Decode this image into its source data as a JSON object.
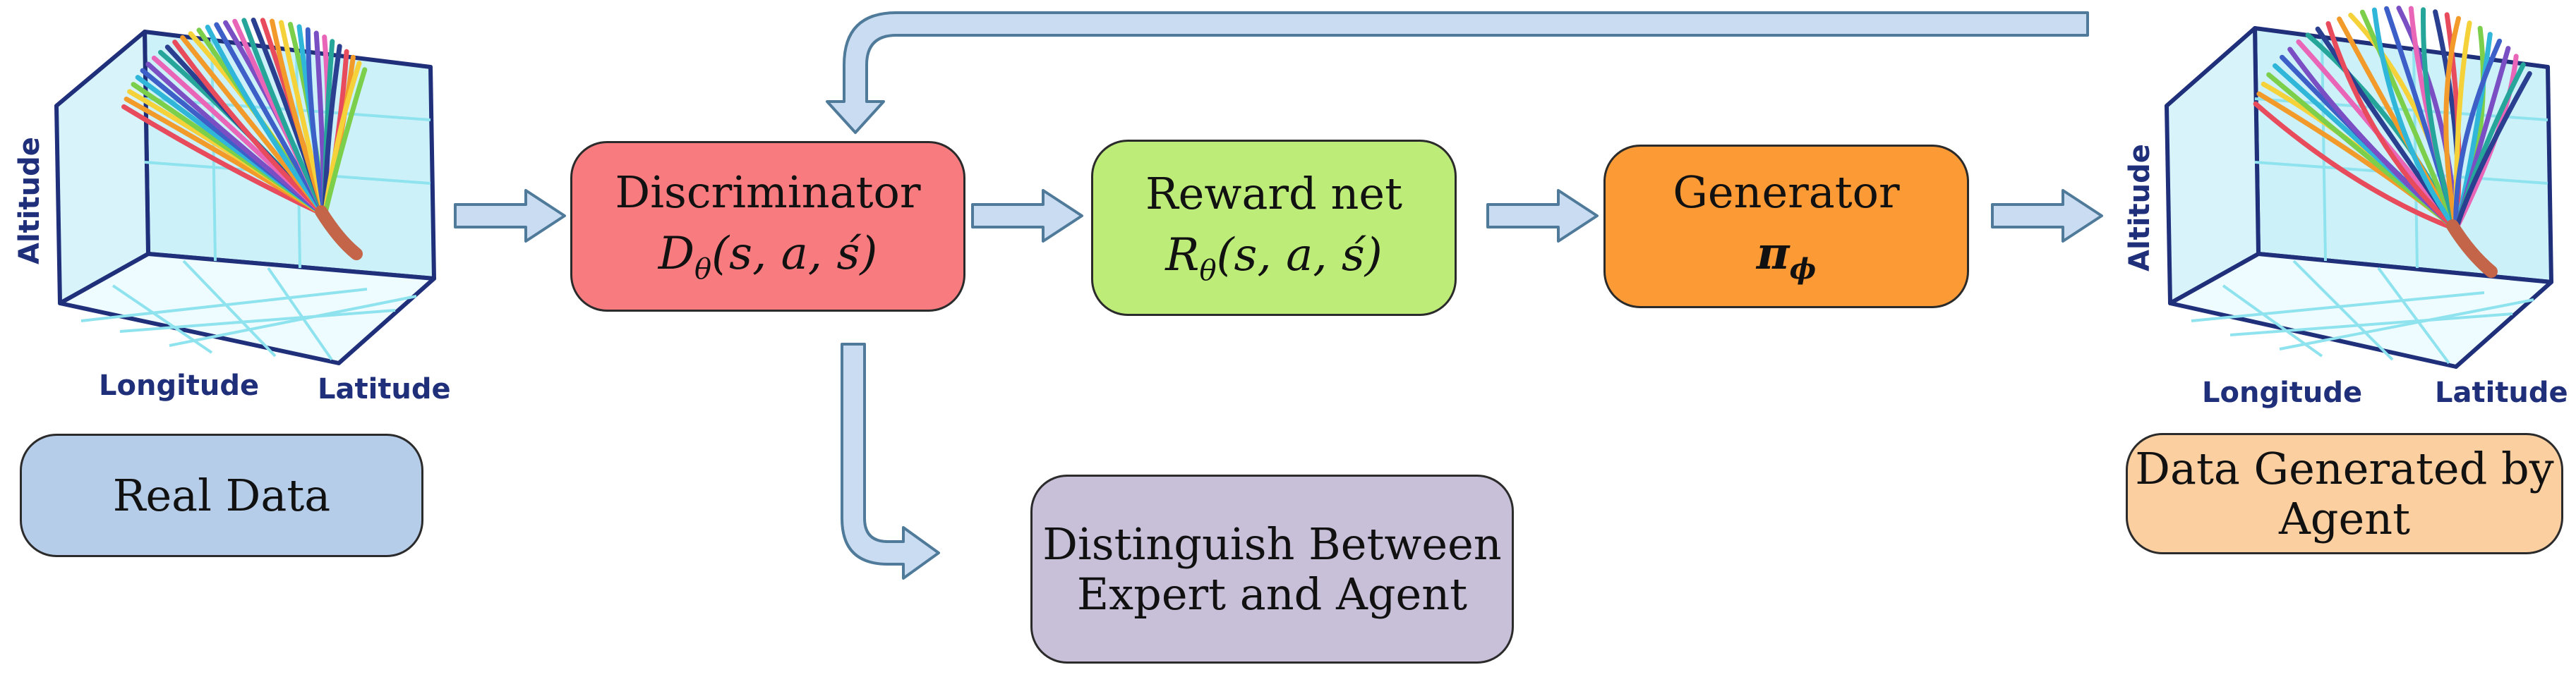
{
  "colors": {
    "real_data": "#b6cdea",
    "discriminator": "#f87c7f",
    "reward_net": "#bdec79",
    "generator": "#fc9a35",
    "distinguish": "#c8bfd9",
    "agent_data": "#fbcfa0",
    "arrow_fill": "#c9dcf1",
    "arrow_stroke": "#4f7a9a"
  },
  "real_data": {
    "label": "Real Data",
    "axis_x": "Longitude",
    "axis_y": "Latitude",
    "axis_z": "Altitude"
  },
  "discriminator": {
    "title": "Discriminator",
    "symbol": "D",
    "sub": "θ",
    "args": "(s, a, ś)"
  },
  "reward_net": {
    "title": "Reward net",
    "symbol": "R",
    "sub": "θ",
    "args": "(s, a, ś)"
  },
  "generator": {
    "title": "Generator",
    "symbol": "π",
    "sub": "ϕ"
  },
  "distinguish": {
    "line1": "Distinguish Between",
    "line2": "Expert and Agent"
  },
  "agent_data": {
    "line1": "Data Generated by",
    "line2": "Agent",
    "axis_x": "Longitude",
    "axis_y": "Latitude",
    "axis_z": "Altitude"
  }
}
